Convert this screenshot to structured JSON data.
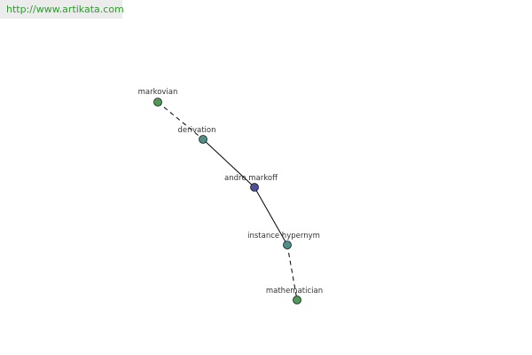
{
  "watermark": {
    "text": "http://www.artikata.com"
  },
  "graph": {
    "nodes": [
      {
        "id": "markovian",
        "label": "markovian",
        "color": "#4f9a55"
      },
      {
        "id": "derivation",
        "label": "derivation",
        "color": "#4f8f8a"
      },
      {
        "id": "andre_markoff",
        "label": "andre markoff",
        "color": "#4b4f9a"
      },
      {
        "id": "instance_hypernym",
        "label": "instance hypernym",
        "color": "#4f8f8a"
      },
      {
        "id": "mathematician",
        "label": "mathematician",
        "color": "#4f9a55"
      }
    ],
    "edges": [
      {
        "from": "markovian",
        "to": "derivation",
        "style": "dashed"
      },
      {
        "from": "derivation",
        "to": "andre_markoff",
        "style": "solid"
      },
      {
        "from": "andre_markoff",
        "to": "instance_hypernym",
        "style": "solid"
      },
      {
        "from": "instance_hypernym",
        "to": "mathematician",
        "style": "dashed"
      }
    ]
  }
}
